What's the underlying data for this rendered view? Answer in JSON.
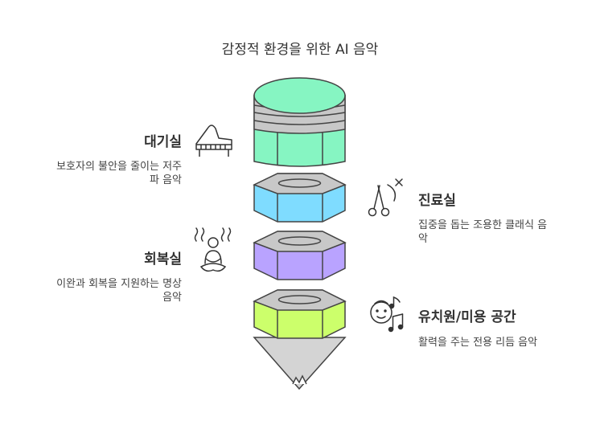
{
  "title": "감정적 환경을 위한 AI 음악",
  "sections": {
    "waiting_room": {
      "label": "대기실",
      "desc_line1": "보호자의 불안을 줄이는 저주",
      "desc_line2": "파 음악",
      "icon": "piano-icon",
      "color": "#86f5c2"
    },
    "treatment_room": {
      "label": "진료실",
      "desc_line1": "집중을 돕는 조용한 클래식 음",
      "desc_line2": "악",
      "icon": "scissors-icon",
      "color": "#7fdcff"
    },
    "recovery_room": {
      "label": "회복실",
      "desc_line1": "이완과 회복을 지원하는 명상",
      "desc_line2": "음악",
      "icon": "meditation-icon",
      "color": "#b9a3ff"
    },
    "kindergarten": {
      "label": "유치원/미용 공간",
      "desc_line1": "활력을 주는 전용 리듬 음악",
      "icon": "child-music-icon",
      "color": "#ccff6b"
    }
  }
}
